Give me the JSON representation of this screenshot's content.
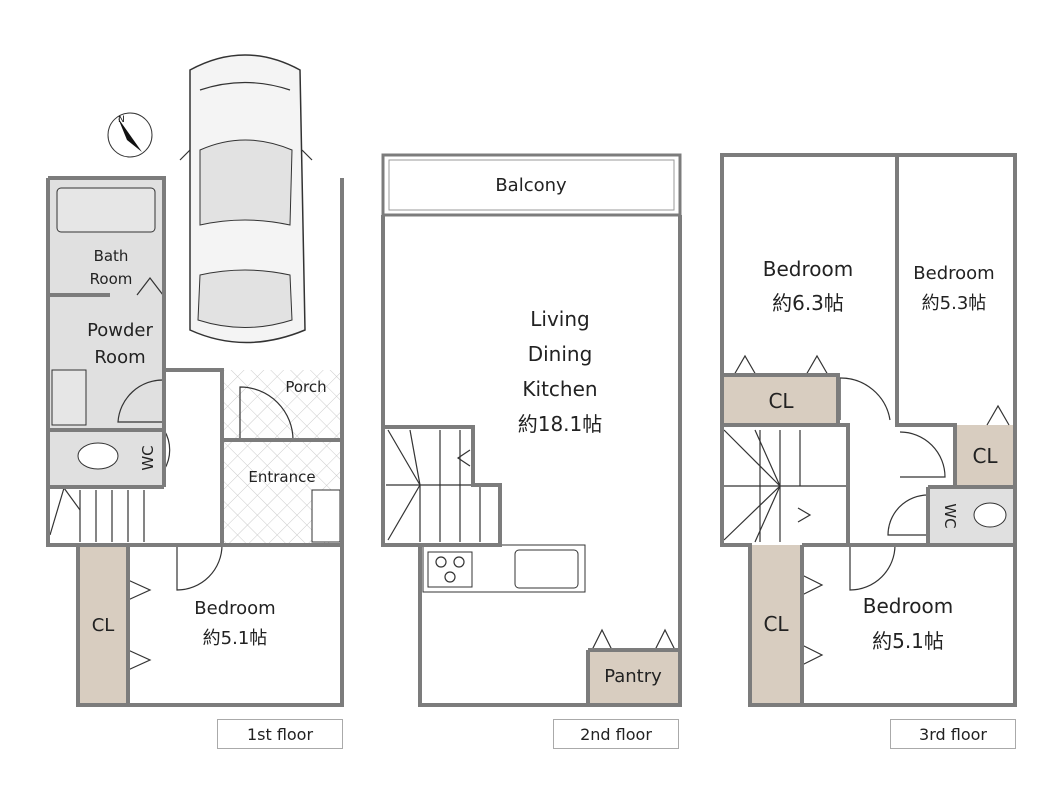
{
  "floors": [
    {
      "label": "1st floor",
      "rooms": {
        "bath_line1": "Bath",
        "bath_line2": "Room",
        "powder_line1": "Powder",
        "powder_line2": "Room",
        "wc": "WC",
        "porch": "Porch",
        "entrance": "Entrance",
        "cl": "CL",
        "bedroom": "Bedroom",
        "bedroom_size": "約5.1帖"
      }
    },
    {
      "label": "2nd floor",
      "rooms": {
        "balcony": "Balcony",
        "ldk_line1": "Living",
        "ldk_line2": "Dining",
        "ldk_line3": "Kitchen",
        "ldk_size": "約18.1帖",
        "pantry": "Pantry"
      }
    },
    {
      "label": "3rd floor",
      "rooms": {
        "bedroom_a": "Bedroom",
        "bedroom_a_size": "約6.3帖",
        "bedroom_b": "Bedroom",
        "bedroom_b_size": "約5.3帖",
        "cl_a": "CL",
        "cl_b": "CL",
        "wc": "WC",
        "cl_c": "CL",
        "bedroom_c": "Bedroom",
        "bedroom_c_size": "約5.1帖"
      }
    }
  ],
  "compass": {
    "label": "N"
  },
  "colors": {
    "wall": "#7c7c7c",
    "wet_area": "#e0e0e0",
    "closet": "#d8cdc0"
  }
}
